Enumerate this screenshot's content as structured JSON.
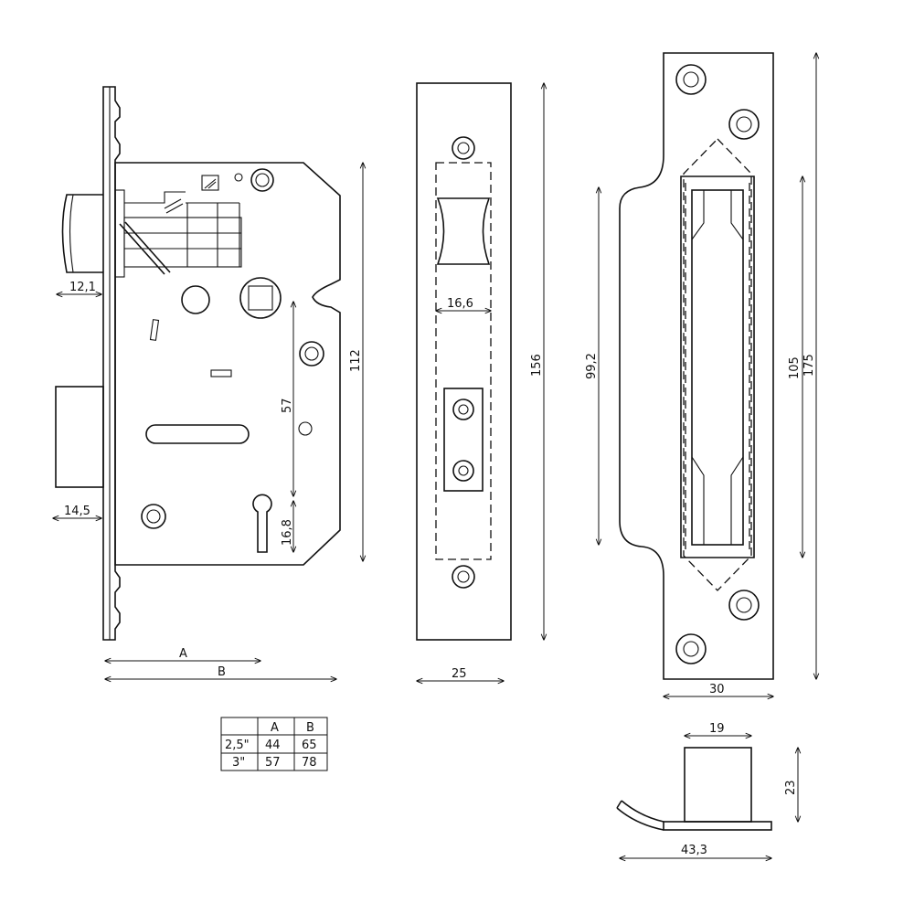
{
  "dimensions": {
    "lock_backset_bolt": "12,1",
    "lock_latch_offset": "14,5",
    "lock_centre_57": "57",
    "lock_keyhole_168": "16,8",
    "lock_case_height": "112",
    "lock_a": "A",
    "lock_b": "B",
    "forend_width": "16,6",
    "forend_height": "156",
    "forend_plate_width": "25",
    "strike_inner": "99,2",
    "strike_105": "105",
    "strike_175": "175",
    "strike_width": "30",
    "handle_19": "19",
    "handle_23": "23",
    "handle_433": "43,3"
  },
  "size_table": {
    "headers": [
      "",
      "A",
      "B"
    ],
    "rows": [
      [
        "2,5\"",
        "44",
        "65"
      ],
      [
        "3\"",
        "57",
        "78"
      ]
    ]
  }
}
